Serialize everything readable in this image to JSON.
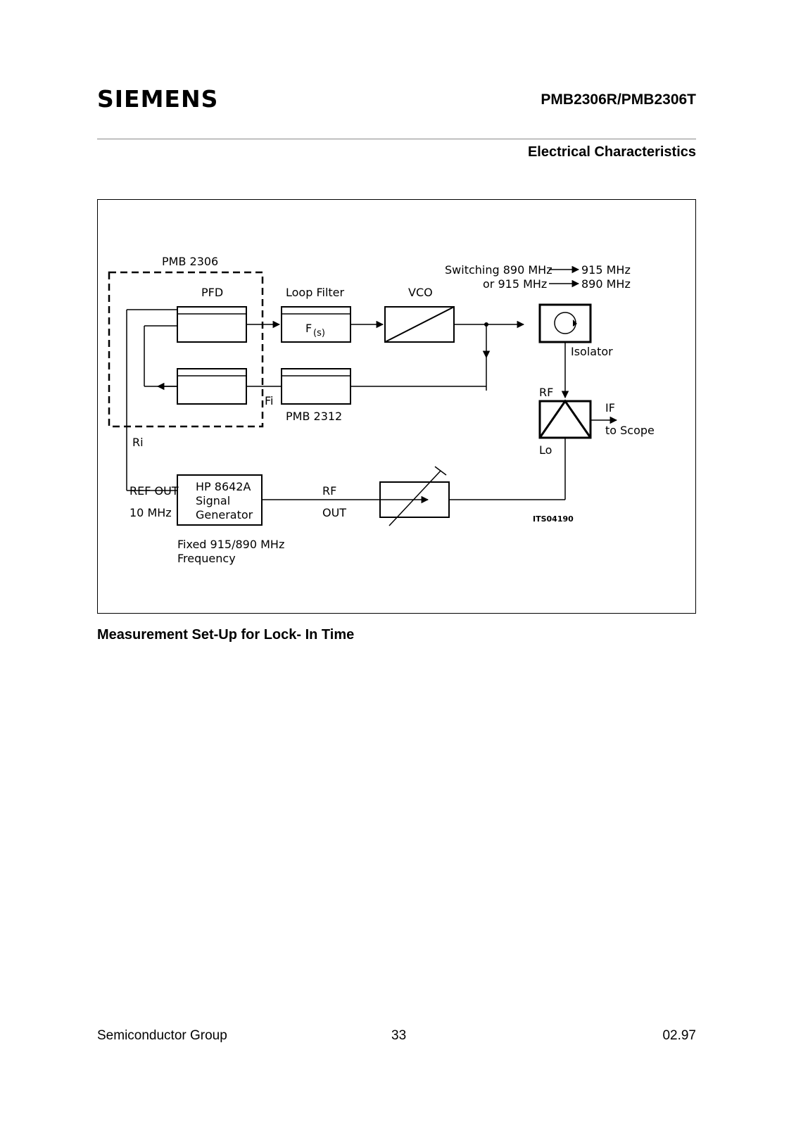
{
  "header": {
    "brand": "SIEMENS",
    "doc_id": "PMB2306R/PMB2306T",
    "section": "Electrical Characteristics"
  },
  "figure": {
    "caption": "Measurement Set-Up for Lock- In Time",
    "labels": {
      "pmb2306": "PMB 2306",
      "pfd": "PFD",
      "loop_filter": "Loop Filter",
      "vco": "VCO",
      "fs_main": "F",
      "fs_sub": "(s)",
      "switching_line1_a": "Switching 890 MHz",
      "switching_line1_b": "915 MHz",
      "switching_line2_a": "or 915 MHz",
      "switching_line2_b": "890 MHz",
      "isolator": "Isolator",
      "rf": "RF",
      "if": "IF",
      "to_scope": "to Scope",
      "lo": "Lo",
      "fi": "Fi",
      "pmb2312": "PMB 2312",
      "ri": "Ri",
      "ref_out": "REF OUT",
      "ten_mhz": "10 MHz",
      "hp1": "HP 8642A",
      "hp2": "Signal",
      "hp3": "Generator",
      "rf_out_1": "RF",
      "rf_out_2": "OUT",
      "fixed1": "Fixed 915/890 MHz",
      "fixed2": "Frequency",
      "figure_id": "ITS04190"
    }
  },
  "footer": {
    "left": "Semiconductor Group",
    "page": "33",
    "date": "02.97"
  }
}
